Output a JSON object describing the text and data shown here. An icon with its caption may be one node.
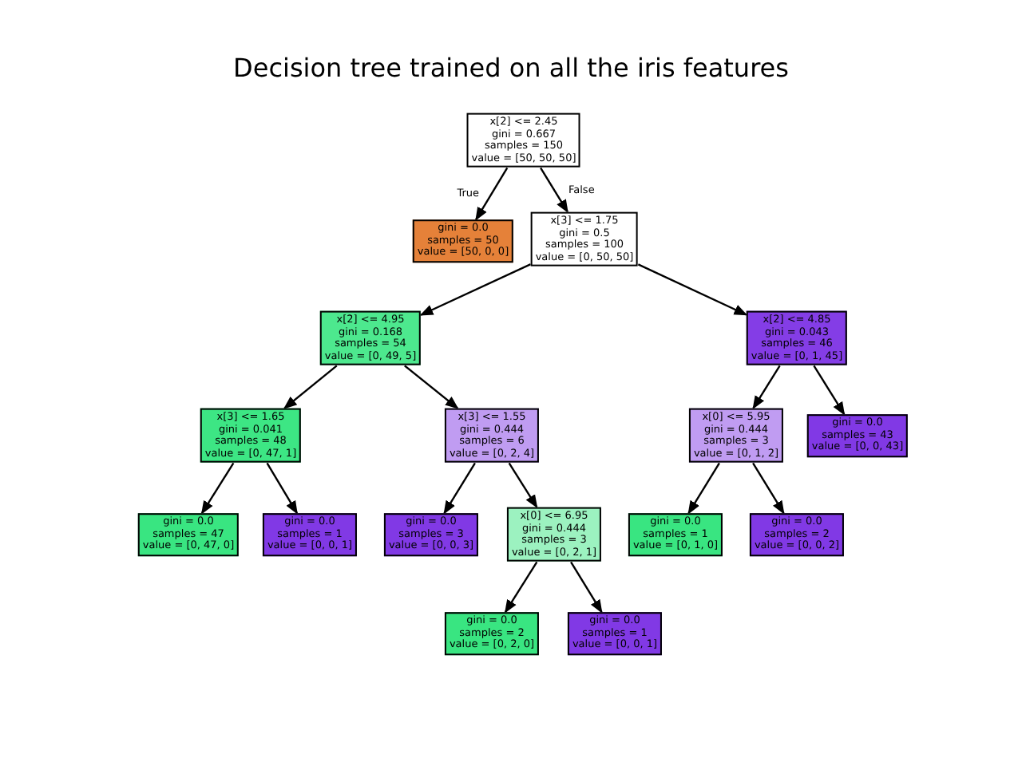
{
  "diagram": {
    "title": "Decision tree trained on all the iris features",
    "nodes": [
      {
        "text": [
          "x[2] <= 2.45",
          "gini = 0.667",
          "samples = 150",
          "value = [50, 50, 50]"
        ]
      },
      {
        "text": [
          "gini = 0.0",
          "samples = 50",
          "value = [50, 0, 0]"
        ]
      },
      {
        "text": [
          "x[3] <= 1.75",
          "gini = 0.5",
          "samples = 100",
          "value = [0, 50, 50]"
        ]
      },
      {
        "text": [
          "x[2] <= 4.95",
          "gini = 0.168",
          "samples = 54",
          "value = [0, 49, 5]"
        ]
      },
      {
        "text": [
          "x[2] <= 4.85",
          "gini = 0.043",
          "samples = 46",
          "value = [0, 1, 45]"
        ]
      },
      {
        "text": [
          "x[3] <= 1.65",
          "gini = 0.041",
          "samples = 48",
          "value = [0, 47, 1]"
        ]
      },
      {
        "text": [
          "x[3] <= 1.55",
          "gini = 0.444",
          "samples = 6",
          "value = [0, 2, 4]"
        ]
      },
      {
        "text": [
          "x[0] <= 5.95",
          "gini = 0.444",
          "samples = 3",
          "value = [0, 1, 2]"
        ]
      },
      {
        "text": [
          "gini = 0.0",
          "samples = 43",
          "value = [0, 0, 43]"
        ]
      },
      {
        "text": [
          "gini = 0.0",
          "samples = 47",
          "value = [0, 47, 0]"
        ]
      },
      {
        "text": [
          "gini = 0.0",
          "samples = 1",
          "value = [0, 0, 1]"
        ]
      },
      {
        "text": [
          "gini = 0.0",
          "samples = 3",
          "value = [0, 0, 3]"
        ]
      },
      {
        "text": [
          "x[0] <= 6.95",
          "gini = 0.444",
          "samples = 3",
          "value = [0, 2, 1]"
        ]
      },
      {
        "text": [
          "gini = 0.0",
          "samples = 1",
          "value = [0, 1, 0]"
        ]
      },
      {
        "text": [
          "gini = 0.0",
          "samples = 2",
          "value = [0, 0, 2]"
        ]
      },
      {
        "text": [
          "gini = 0.0",
          "samples = 2",
          "value = [0, 2, 0]"
        ]
      },
      {
        "text": [
          "gini = 0.0",
          "samples = 1",
          "value = [0, 0, 1]"
        ]
      }
    ],
    "edges": [
      {
        "from": 0,
        "to": 1,
        "arrow": "to",
        "label": "True"
      },
      {
        "from": 0,
        "to": 2,
        "arrow": "to",
        "label": "False"
      },
      {
        "from": 2,
        "to": 3,
        "arrow": "to"
      },
      {
        "from": 2,
        "to": 4,
        "arrow": "to"
      },
      {
        "from": 3,
        "to": 5,
        "arrow": "to"
      },
      {
        "from": 3,
        "to": 6,
        "arrow": "to"
      },
      {
        "from": 4,
        "to": 7,
        "arrow": "to"
      },
      {
        "from": 4,
        "to": 8,
        "arrow": "to"
      },
      {
        "from": 5,
        "to": 9,
        "arrow": "to"
      },
      {
        "from": 5,
        "to": 10,
        "arrow": "to"
      },
      {
        "from": 6,
        "to": 11,
        "arrow": "to"
      },
      {
        "from": 6,
        "to": 12,
        "arrow": "to"
      },
      {
        "from": 7,
        "to": 13,
        "arrow": "to"
      },
      {
        "from": 7,
        "to": 14,
        "arrow": "to"
      },
      {
        "from": 12,
        "to": 15,
        "arrow": "to"
      },
      {
        "from": 12,
        "to": 16,
        "arrow": "to"
      }
    ]
  }
}
